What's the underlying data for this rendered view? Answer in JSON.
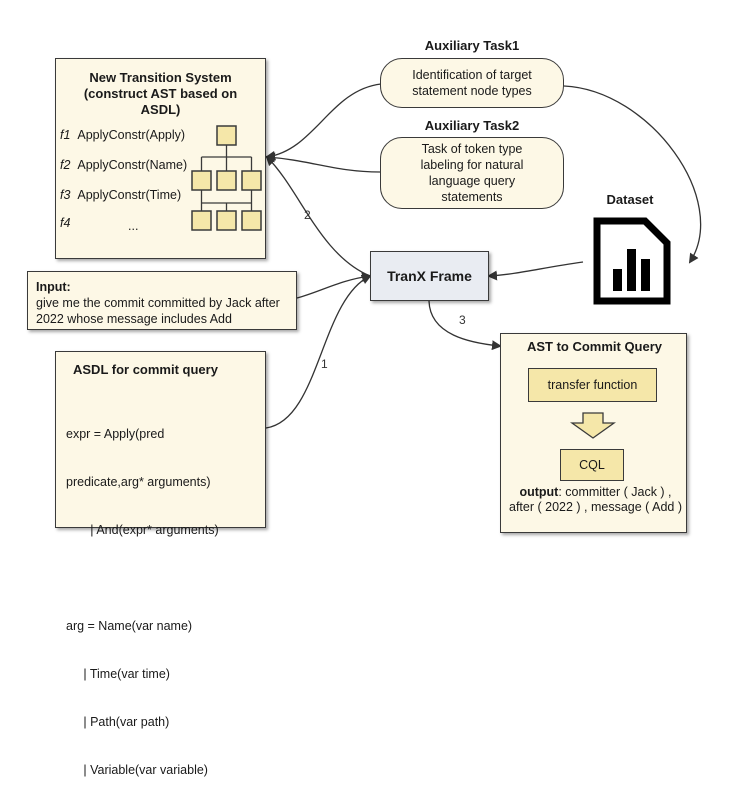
{
  "transition_system": {
    "title_lines": [
      "New Transition System",
      "(construct AST based on",
      "ASDL)"
    ],
    "rows": [
      {
        "id": "f1",
        "text": "ApplyConstr(Apply)"
      },
      {
        "id": "f2",
        "text": "ApplyConstr(Name)"
      },
      {
        "id": "f3",
        "text": "ApplyConstr(Time)"
      },
      {
        "id": "f4",
        "text": "..."
      }
    ]
  },
  "aux_task1": {
    "label": "Auxiliary Task1",
    "text": "Identification of target statement node types"
  },
  "aux_task2": {
    "label": "Auxiliary Task2",
    "text": "Task of token type labeling for natural language query statements"
  },
  "dataset": {
    "label": "Dataset",
    "icon": "dataset-chart-icon"
  },
  "tranx": {
    "label": "TranX Frame"
  },
  "input": {
    "label": "Input:",
    "text": "give me the commit committed by Jack after 2022 whose message includes Add"
  },
  "asdl": {
    "title": "ASDL for commit query",
    "lines": [
      "expr = Apply(pred",
      "predicate,arg* arguments)",
      "       | And(expr* arguments)",
      "",
      "arg = Name(var name)",
      "     | Time(var time)",
      "     | Path(var path)",
      "     | Variable(var variable)"
    ]
  },
  "ast_to_cql": {
    "title": "AST to Commit Query",
    "transfer": "transfer function",
    "cql": "CQL",
    "output_label": "output",
    "output_text": ":  committer ( Jack ) , after ( 2022 ) , message ( Add )"
  },
  "edge_labels": {
    "e1": "1",
    "e2": "2",
    "e3": "3"
  },
  "colors": {
    "box_fill": "#fdf8e6",
    "inner_fill": "#f5e7a9",
    "tranx_fill": "#e9ecf2",
    "stroke": "#3a3a3a"
  }
}
